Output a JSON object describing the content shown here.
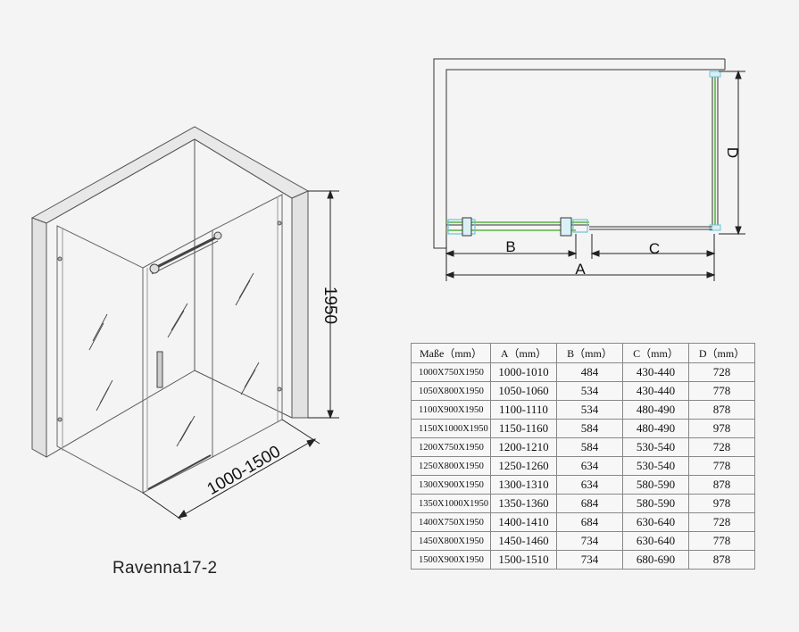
{
  "model_name": "Ravenna17-2",
  "iso_labels": {
    "height": "1950",
    "width": "1000-1500"
  },
  "plan_labels": {
    "a": "A",
    "b": "B",
    "c": "C",
    "d": "D"
  },
  "table": {
    "headers": [
      "Maße（mm）",
      "A（mm）",
      "B（mm）",
      "C（mm）",
      "D（mm）"
    ],
    "rows": [
      [
        "1000X750X1950",
        "1000-1010",
        "484",
        "430-440",
        "728"
      ],
      [
        "1050X800X1950",
        "1050-1060",
        "534",
        "430-440",
        "778"
      ],
      [
        "1100X900X1950",
        "1100-1110",
        "534",
        "480-490",
        "878"
      ],
      [
        "1150X1000X1950",
        "1150-1160",
        "584",
        "480-490",
        "978"
      ],
      [
        "1200X750X1950",
        "1200-1210",
        "584",
        "530-540",
        "728"
      ],
      [
        "1250X800X1950",
        "1250-1260",
        "634",
        "530-540",
        "778"
      ],
      [
        "1300X900X1950",
        "1300-1310",
        "634",
        "580-590",
        "878"
      ],
      [
        "1350X1000X1950",
        "1350-1360",
        "684",
        "580-590",
        "978"
      ],
      [
        "1400X750X1950",
        "1400-1410",
        "684",
        "630-640",
        "728"
      ],
      [
        "1450X800X1950",
        "1450-1460",
        "734",
        "630-640",
        "778"
      ],
      [
        "1500X900X1950",
        "1500-1510",
        "734",
        "680-690",
        "878"
      ]
    ]
  },
  "colors": {
    "glass_edge": "#7ec46a",
    "fitting": "#6cc4d8",
    "line": "#333333"
  }
}
